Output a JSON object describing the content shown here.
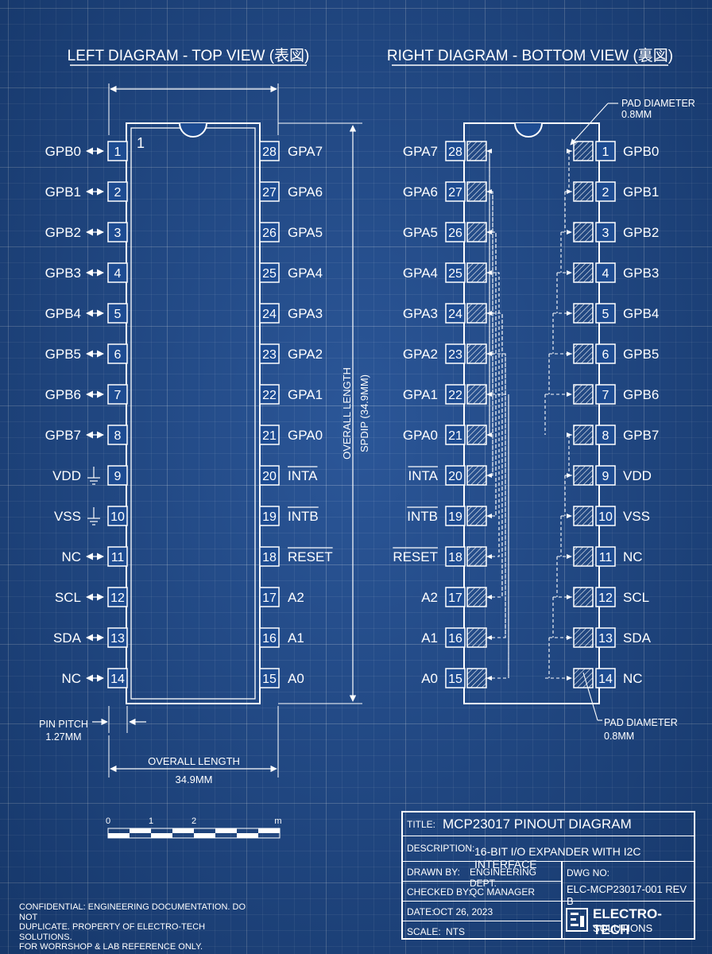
{
  "headings": {
    "left": "LEFT DIAGRAM - TOP VIEW (表図)",
    "right": "RIGHT DIAGRAM - BOTTOM VIEW (裏図)"
  },
  "diagram": {
    "pin1_marker": "1",
    "left_pins": [
      {
        "num": "1",
        "label": "GPB0",
        "symbol": "bidirectional-arrow-icon"
      },
      {
        "num": "2",
        "label": "GPB1",
        "symbol": "bidirectional-arrow-icon"
      },
      {
        "num": "3",
        "label": "GPB2",
        "symbol": "bidirectional-arrow-icon"
      },
      {
        "num": "4",
        "label": "GPB3",
        "symbol": "bidirectional-arrow-icon"
      },
      {
        "num": "5",
        "label": "GPB4",
        "symbol": "bidirectional-arrow-icon"
      },
      {
        "num": "6",
        "label": "GPB5",
        "symbol": "bidirectional-arrow-icon"
      },
      {
        "num": "7",
        "label": "GPB6",
        "symbol": "bidirectional-arrow-icon"
      },
      {
        "num": "8",
        "label": "GPB7",
        "symbol": "bidirectional-arrow-icon"
      },
      {
        "num": "9",
        "label": "VDD",
        "symbol": "ground-icon"
      },
      {
        "num": "10",
        "label": "VSS",
        "symbol": "ground-icon"
      },
      {
        "num": "11",
        "label": "NC",
        "symbol": "bidirectional-arrow-icon"
      },
      {
        "num": "12",
        "label": "SCL",
        "symbol": "bidirectional-arrow-icon"
      },
      {
        "num": "13",
        "label": "SDA",
        "symbol": "bidirectional-arrow-icon"
      },
      {
        "num": "14",
        "label": "NC",
        "symbol": "bidirectional-arrow-icon"
      }
    ],
    "right_pins": [
      {
        "num": "28",
        "label": "GPA7",
        "overline": false
      },
      {
        "num": "27",
        "label": "GPA6",
        "overline": false
      },
      {
        "num": "26",
        "label": "GPA5",
        "overline": false
      },
      {
        "num": "25",
        "label": "GPA4",
        "overline": false
      },
      {
        "num": "24",
        "label": "GPA3",
        "overline": false
      },
      {
        "num": "23",
        "label": "GPA2",
        "overline": false
      },
      {
        "num": "22",
        "label": "GPA1",
        "overline": false
      },
      {
        "num": "21",
        "label": "GPA0",
        "overline": false
      },
      {
        "num": "20",
        "label": "INTA",
        "overline": true
      },
      {
        "num": "19",
        "label": "INTB",
        "overline": true
      },
      {
        "num": "18",
        "label": "RESET",
        "overline": true
      },
      {
        "num": "17",
        "label": "A2",
        "overline": false
      },
      {
        "num": "16",
        "label": "A1",
        "overline": false
      },
      {
        "num": "15",
        "label": "A0",
        "overline": false
      }
    ]
  },
  "dimensions": {
    "vertical_label": "OVERALL LENGTH",
    "vertical_sub": "SPDIP  (34.9MM)",
    "pitch_label": "PIN PITCH",
    "pitch_value": "1.27MM",
    "bottom_label": "OVERALL LENGTH",
    "bottom_value": "34.9MM",
    "pad_label": "PAD DIAMETER",
    "pad_value": "0.8MM"
  },
  "scale_bar": {
    "ticks": [
      "0",
      "1",
      "2"
    ],
    "unit": "m"
  },
  "title_block": {
    "title_key": "TITLE:",
    "title": "MCP23017 PINOUT DIAGRAM",
    "description_key": "DESCRIPTION:",
    "description": "16-BIT I/O EXPANDER WITH I2C INTERFACE",
    "drawn_by_key": "DRAWN BY:",
    "drawn_by": "ENGINEERING DEPT.",
    "checked_by_key": "CHECKED BY:",
    "checked_by": "QC MANAGER",
    "date_key": "DATE:",
    "date": "OCT 26, 2023",
    "scale_key": "SCALE:",
    "scale": "NTS",
    "dwg_no_key": "DWG NO:",
    "dwg_no": "ELC-MCP23017-001 REV B",
    "company_name": "ELECTRO-TECH",
    "company_sub": "SOLUTIONS"
  },
  "notice": [
    "CONFIDENTIAL: ENGINEERING DOCUMENTATION. DO NOT",
    "DUPLICATE. PROPERTY OF ELECTRO-TECH SOLUTIONS.",
    "FOR WORRSHOP & LAB REFERENCE ONLY."
  ],
  "colors": {
    "background": "#1e4c92",
    "ink": "#ffffff"
  }
}
